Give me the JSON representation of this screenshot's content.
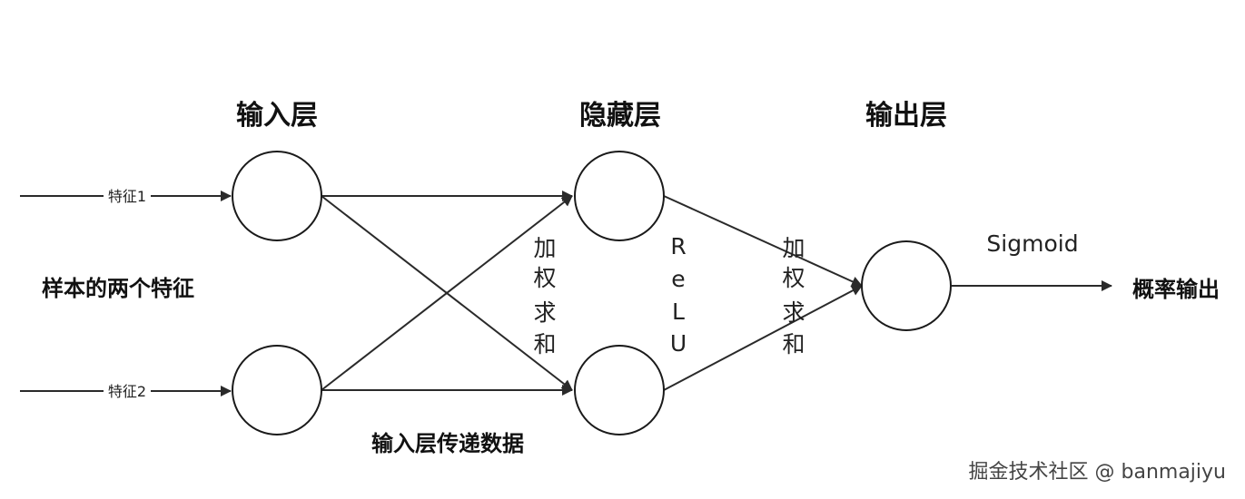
{
  "layers": {
    "input_title": "输入层",
    "hidden_title": "隐藏层",
    "output_title": "输出层"
  },
  "inputs": {
    "feature1": "特征1",
    "feature2": "特征2",
    "group_label": "样本的两个特征",
    "pass_label": "输入层传递数据"
  },
  "edges": {
    "weighted_sum_left": [
      "加",
      "权",
      "求",
      "和"
    ],
    "relu": [
      "R",
      "e",
      "L",
      "U"
    ],
    "weighted_sum_right": [
      "加",
      "权",
      "求",
      "和"
    ],
    "sigmoid": "Sigmoid"
  },
  "output": {
    "label": "概率输出"
  },
  "watermark": "掘金技术社区 @ banmajiyu",
  "colors": {
    "stroke": "#1a1a1a",
    "text": "#111111",
    "background": "#ffffff"
  }
}
